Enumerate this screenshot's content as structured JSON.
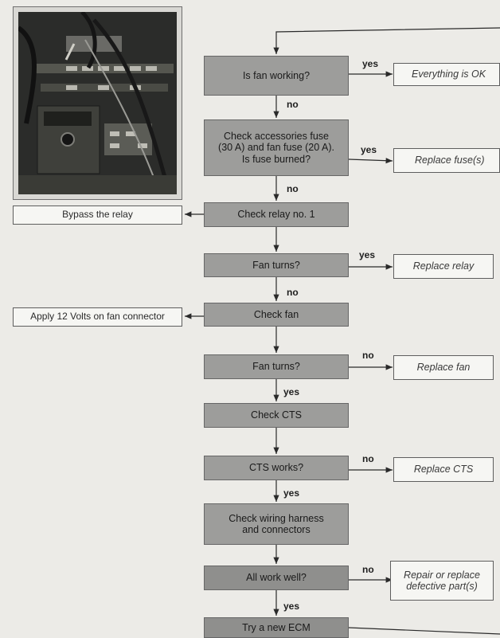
{
  "flow": {
    "q1": "Is fan working?",
    "r1": "Everything is OK",
    "q2_lines": [
      "Check accessories fuse",
      "(30 A) and fan fuse (20 A).",
      "Is fuse burned?"
    ],
    "r2": "Replace fuse(s)",
    "s3": "Check relay no. 1",
    "l3": "Bypass the relay",
    "q4": "Fan turns?",
    "r4": "Replace relay",
    "s5": "Check fan",
    "l5": "Apply 12 Volts on fan connector",
    "q6": "Fan turns?",
    "r6": "Replace fan",
    "s7": "Check CTS",
    "q8": "CTS works?",
    "r8": "Replace CTS",
    "s9_lines": [
      "Check wiring harness",
      "and connectors"
    ],
    "q10": "All work well?",
    "r10_lines": [
      "Repair or replace",
      "defective part(s)"
    ],
    "s11": "Try a new ECM"
  },
  "labels": {
    "yes": "yes",
    "no": "no"
  }
}
